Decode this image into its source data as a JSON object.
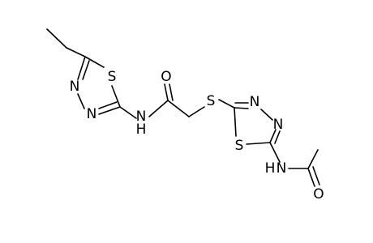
{
  "molecule": {
    "atoms": {
      "left_ring": {
        "s": "S",
        "n1": "N",
        "n2": "N"
      },
      "amide": {
        "n": "N",
        "h": "H",
        "o": "O"
      },
      "linker": {
        "s": "S"
      },
      "right_ring": {
        "n1": "N",
        "n2": "N",
        "s": "S"
      },
      "acetamido": {
        "n": "N",
        "h": "H",
        "o": "O"
      }
    }
  }
}
